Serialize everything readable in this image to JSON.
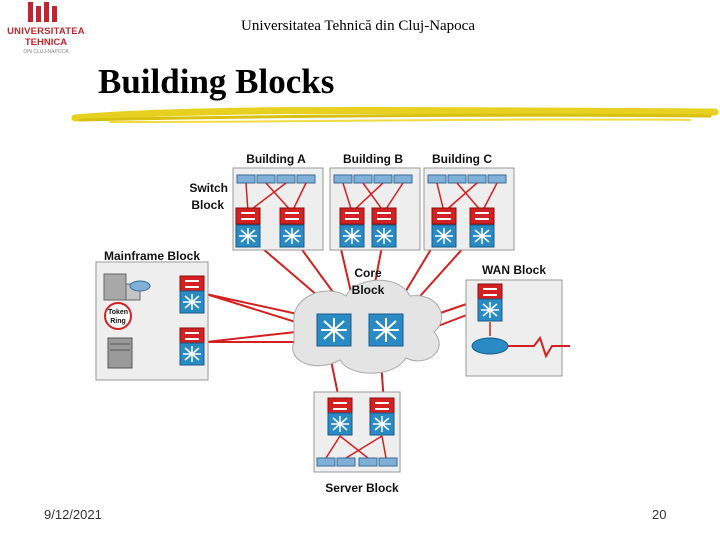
{
  "logo": {
    "line1": "UNIVERSITATEA",
    "line2": "TEHNICA",
    "line3": "DIN CLUJ-NAPOCA",
    "color": "#c0272d"
  },
  "header": {
    "text": "Universitatea Tehnică din Cluj-Napoca"
  },
  "slide": {
    "title": "Building Blocks",
    "date": "9/12/2021",
    "page": "20"
  },
  "diagram": {
    "buildings": [
      "Building A",
      "Building B",
      "Building C"
    ],
    "switch_block": [
      "Switch",
      "Block"
    ],
    "mainframe_block": "Mainframe Block",
    "token_ring": [
      "Token",
      "Ring"
    ],
    "core_block": [
      "Core",
      "Block"
    ],
    "wan_block": "WAN Block",
    "server_block": "Server Block",
    "colors": {
      "link": "#d42020",
      "switch": "#2a8ac4",
      "router": "#d42020",
      "block_bg": "#eeeeee",
      "cloud": "#e4e4e4"
    }
  }
}
